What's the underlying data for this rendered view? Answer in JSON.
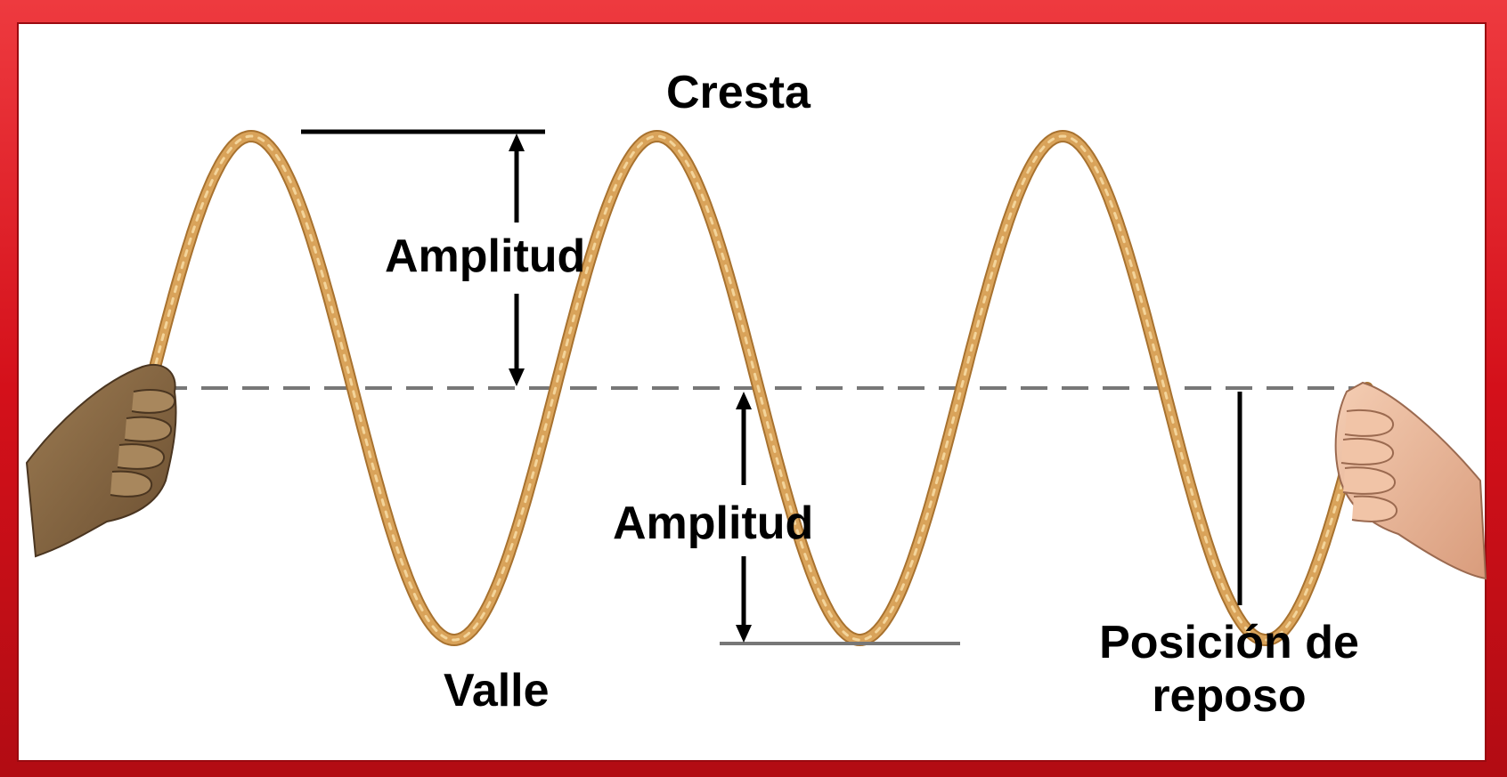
{
  "labels": {
    "crest": "Cresta",
    "amplitude_top": "Amplitud",
    "amplitude_bottom": "Amplitud",
    "trough": "Valle",
    "rest_position_line1": "Posición de",
    "rest_position_line2": "reposo"
  },
  "colors": {
    "border": "#e0121a",
    "border_dark": "#b00c12",
    "rope": "#d9a35a",
    "rope_highlight": "#f3d49a",
    "rope_shadow": "#a8722f",
    "rest_line": "#777777",
    "left_hand": "#8a6a45",
    "right_hand": "#e8b99a"
  },
  "wave": {
    "cycles": 3,
    "start_phase": "rising from rest position"
  }
}
